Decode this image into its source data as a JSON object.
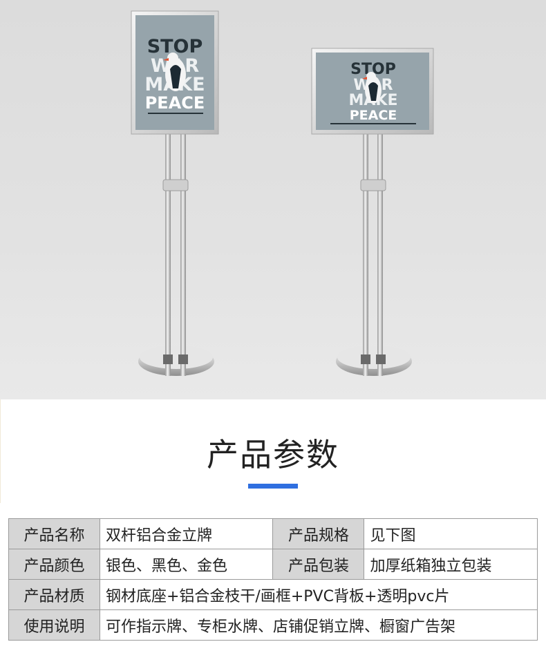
{
  "poster": {
    "line1": "STOP",
    "line2": "WAR",
    "line3": "MAKE",
    "line4": "PEACE"
  },
  "section": {
    "title": "产品参数"
  },
  "params": {
    "name_label": "产品名称",
    "name_value": "双杆铝合金立牌",
    "spec_label": "产品规格",
    "spec_value": "见下图",
    "color_label": "产品颜色",
    "color_value": "银色、黑色、金色",
    "pack_label": "产品包装",
    "pack_value": "加厚纸箱独立包装",
    "material_label": "产品材质",
    "material_value": "钢材底座+铝合金枝干/画框+PVC背板+透明pvc片",
    "usage_label": "使用说明",
    "usage_value": "可作指示牌、专柜水牌、店铺促销立牌、橱窗广告架"
  },
  "colors": {
    "accent": "#2f6fe0",
    "poster_bg": "#96a4ab",
    "poster_text": "#263238",
    "label_bg": "#d6d6d6"
  }
}
